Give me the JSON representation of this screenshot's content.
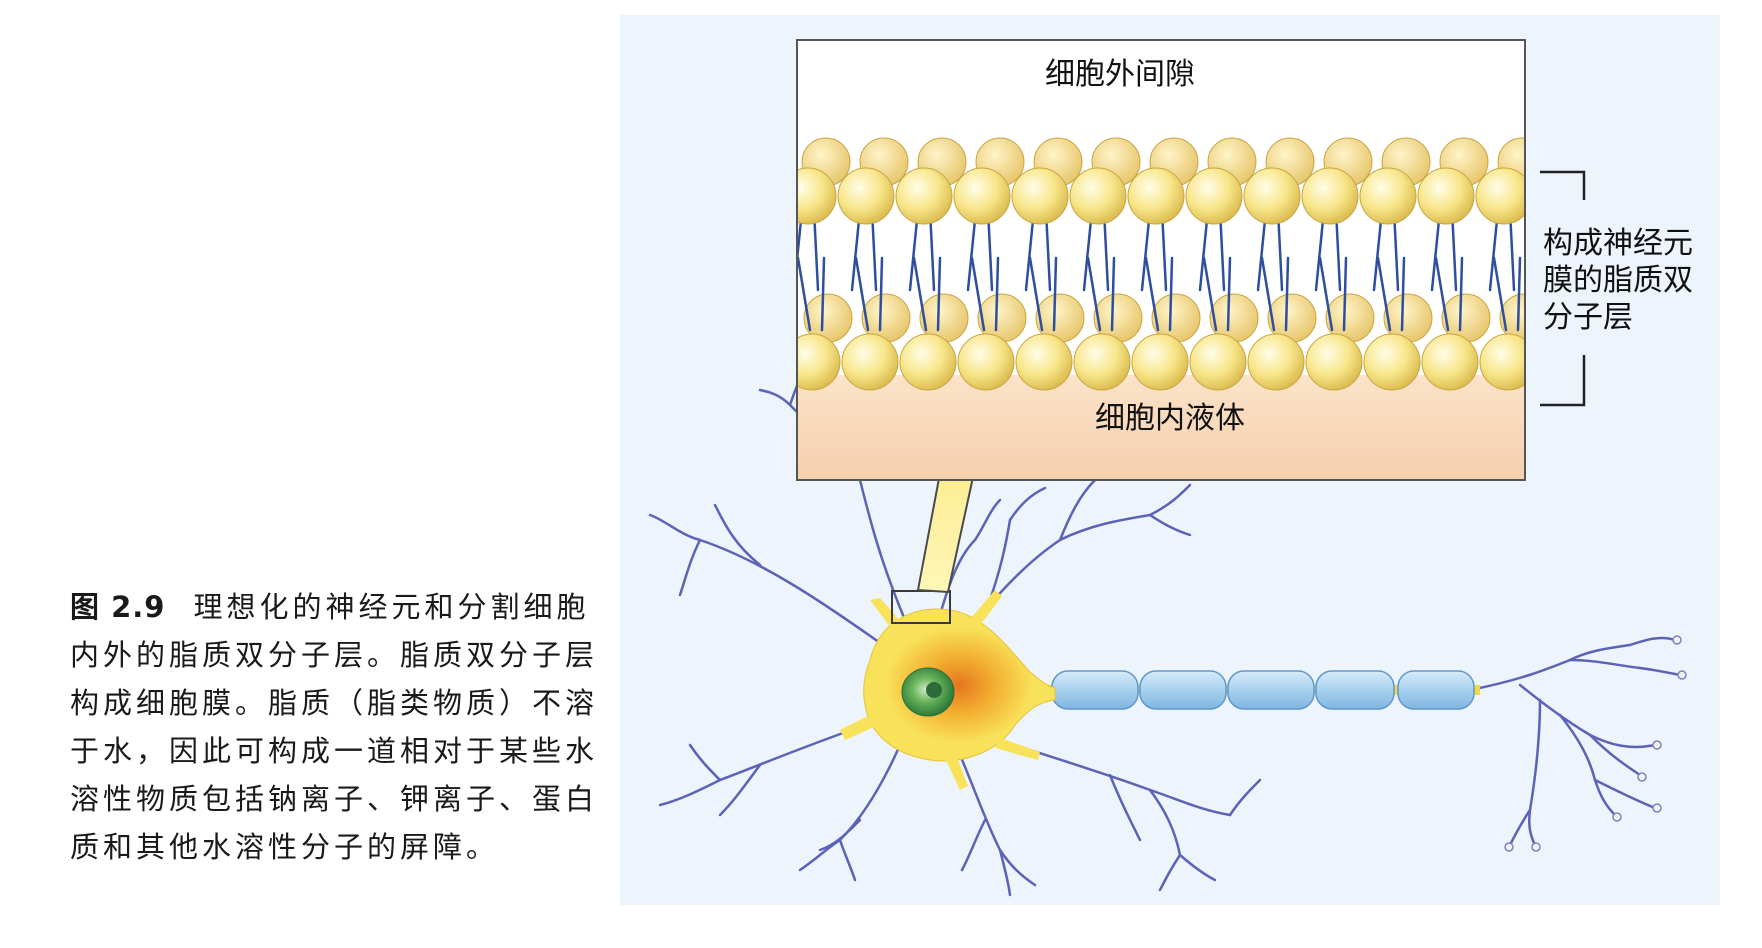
{
  "figure": {
    "label": "图 2.9",
    "caption": "理想化的神经元和分割细胞内外的脂质双分子层。脂质双分子层构成细胞膜。脂质（脂类物质）不溶于水，因此可构成一道相对于某些水溶性物质包括钠离子、钾离子、蛋白质和其他水溶性分子的屏障。"
  },
  "diagram": {
    "extracellular_label": "细胞外间隙",
    "intracellular_label": "细胞内液体",
    "bilayer_label_lines": [
      "构成神经元",
      "膜的脂质双",
      "分子层"
    ]
  },
  "colors": {
    "panel_background": "#eef4fb",
    "inset_background": "#ffffff",
    "intracellular_fluid": "#f9dcc4",
    "lipid_head": "#f8e68a",
    "lipid_tail": "#2e4f9e",
    "neuron_body": "#f8e25a",
    "nucleus": "#3b9a4a",
    "myelin": "#a8d1ef",
    "dendrite": "#5b63b8"
  }
}
